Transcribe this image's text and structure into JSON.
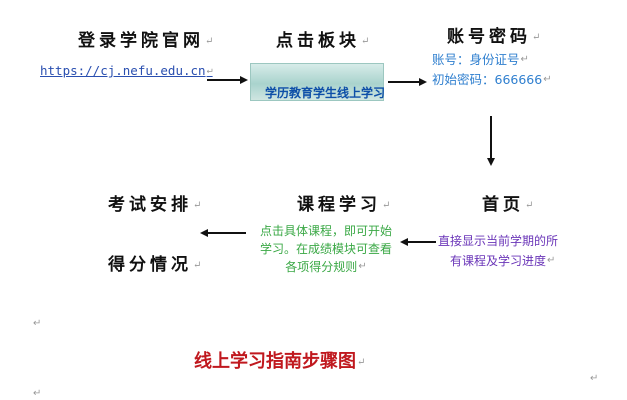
{
  "steps": {
    "login": {
      "heading": "登录学院官网",
      "url": "https://cj.nefu.edu.cn"
    },
    "click_block": {
      "heading": "点击板块",
      "banner_text": "学历教育学生线上学习"
    },
    "credentials": {
      "heading": "账号密码",
      "line1": "账号：身份证号",
      "line2": "初始密码：666666"
    },
    "home": {
      "heading": "首页",
      "line1": "直接显示当前学期的所",
      "line2": "有课程及学习进度"
    },
    "course_study": {
      "heading": "课程学习",
      "line1": "点击具体课程，即可开始",
      "line2": "学习。在成绩模块可查看",
      "line3": "各项得分规则"
    },
    "exam": {
      "heading": "考试安排"
    },
    "score": {
      "heading": "得分情况"
    }
  },
  "diagram_title": "线上学习指南步骤图",
  "paragraph_mark": "↵",
  "colors": {
    "title_red": "#c0181e",
    "link_blue": "#2a4fb0",
    "credential_blue": "#2f7fcf",
    "course_green": "#3aa845",
    "home_purple": "#6a35b8"
  }
}
